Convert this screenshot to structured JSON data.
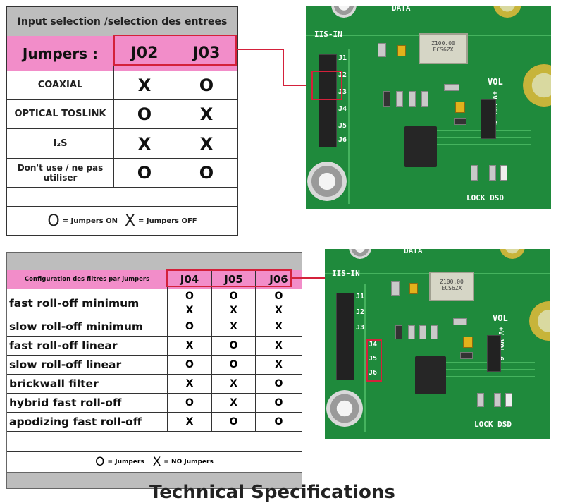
{
  "table1": {
    "title": "Input selection /selection des entrees",
    "header": {
      "label": "Jumpers :",
      "col1": "J02",
      "col2": "J03"
    },
    "rows": [
      {
        "label": "COAXIAL",
        "j02": "X",
        "j03": "O"
      },
      {
        "label": "OPTICAL TOSLINK",
        "j02": "O",
        "j03": "X"
      },
      {
        "label": "I₂S",
        "j02": "X",
        "j03": "X"
      },
      {
        "label": "Don't use / ne pas utiliser",
        "j02": "O",
        "j03": "O"
      }
    ],
    "legend": {
      "on_symbol": "O",
      "on_text": "= Jumpers ON",
      "off_symbol": "X",
      "off_text": "= Jumpers OFF"
    }
  },
  "table2": {
    "header": {
      "label": "Configuration des filtres par jumpers",
      "col1": "J04",
      "col2": "J05",
      "col3": "J06"
    },
    "rows": [
      {
        "label": "fast roll-off minimum",
        "j04": "O",
        "j05": "O",
        "j06": "O"
      },
      {
        "label": "",
        "j04": "X",
        "j05": "X",
        "j06": "X"
      },
      {
        "label": "slow roll-off minimum",
        "j04": "O",
        "j05": "X",
        "j06": "X"
      },
      {
        "label": "fast roll-off linear",
        "j04": "X",
        "j05": "O",
        "j06": "X"
      },
      {
        "label": "slow roll-off linear",
        "j04": "O",
        "j05": "O",
        "j06": "X"
      },
      {
        "label": "brickwall filter",
        "j04": "X",
        "j05": "X",
        "j06": "O"
      },
      {
        "label": "hybrid fast roll-off",
        "j04": "O",
        "j05": "X",
        "j06": "O"
      },
      {
        "label": "apodizing fast roll-off",
        "j04": "X",
        "j05": "O",
        "j06": "O"
      }
    ],
    "legend": {
      "on_symbol": "O",
      "on_text": "= Jumpers",
      "off_symbol": "X",
      "off_text": "= NO Jumpers"
    }
  },
  "pcb1": {
    "labels": {
      "data": "DATA",
      "iis": "IIS-IN",
      "vol": "VOL",
      "vol_vert": "+V VOL G",
      "lock": "LOCK DSD",
      "xtal": "Z100.00 ECS6ZX",
      "j1": "J1",
      "j2": "J2",
      "j3": "J3",
      "j4": "J4",
      "j5": "J5",
      "j6": "J6"
    }
  },
  "pcb2": {
    "labels": {
      "data": "DATA",
      "iis": "IIS-IN",
      "vol": "VOL",
      "vol_vert": "+V VOL G",
      "lock": "LOCK DSD",
      "xtal": "Z100.00 ECS6ZX",
      "j1": "J1",
      "j2": "J2",
      "j3": "J3",
      "j4": "J4",
      "j5": "J5",
      "j6": "J6"
    }
  },
  "footer": {
    "text": "Technical Specifications"
  },
  "colors": {
    "pink": "#f28dc9",
    "grey": "#bdbdbd",
    "red": "#d4213b",
    "pcb_green": "#1f8a3c"
  }
}
